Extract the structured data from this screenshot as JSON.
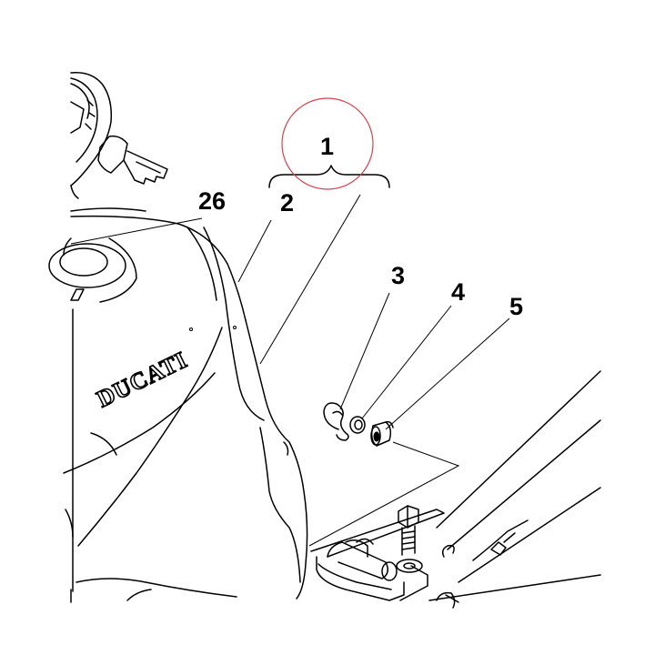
{
  "callouts": {
    "assembly": "1",
    "part_2": "2",
    "part_3": "3",
    "part_4": "4",
    "part_5": "5",
    "part_26": "26"
  },
  "tank_brand_text": "DUCATI",
  "highlight_color": "#d9424a",
  "line_color": "#000000",
  "background_color": "#ffffff"
}
